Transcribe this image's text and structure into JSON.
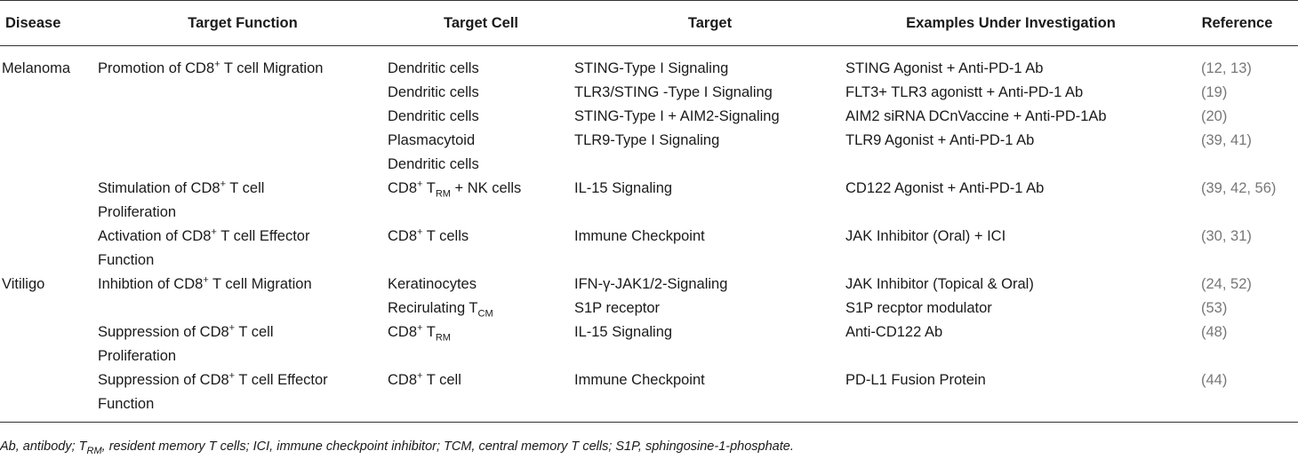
{
  "headers": {
    "disease": "Disease",
    "function": "Target Function",
    "cell": "Target Cell",
    "target": "Target",
    "examples": "Examples Under Investigation",
    "reference": "Reference"
  },
  "rows": [
    {
      "disease": "Melanoma",
      "fn1": "Promotion of CD8",
      "fn_sup": "+",
      "fn2": " T cell Migration",
      "fn_line2": "",
      "cell1": "Dendritic cells",
      "cell_sup": "",
      "cell_sub": "",
      "cell_line2": "",
      "target": "STING-Type I Signaling",
      "example": "STING Agonist + Anti-PD-1 Ab",
      "ref": "(12, 13)"
    },
    {
      "disease": "",
      "fn1": "",
      "fn_sup": "",
      "fn2": "",
      "fn_line2": "",
      "cell1": "Dendritic cells",
      "cell_sup": "",
      "cell_sub": "",
      "cell_line2": "",
      "target": "TLR3/STING -Type I Signaling",
      "example": "FLT3+ TLR3 agonistt + Anti-PD-1 Ab",
      "ref": "(19)"
    },
    {
      "disease": "",
      "fn1": "",
      "fn_sup": "",
      "fn2": "",
      "fn_line2": "",
      "cell1": "Dendritic cells",
      "cell_sup": "",
      "cell_sub": "",
      "cell_line2": "",
      "target": "STING-Type I + AIM2-Signaling",
      "example": "AIM2 siRNA DCnVaccine + Anti-PD-1Ab",
      "ref": "(20)"
    },
    {
      "disease": "",
      "fn1": "",
      "fn_sup": "",
      "fn2": "",
      "fn_line2": "",
      "cell1": "Plasmacytoid",
      "cell_sup": "",
      "cell_sub": "",
      "cell_line2": "Dendritic cells",
      "target": "TLR9-Type I Signaling",
      "example": "TLR9 Agonist + Anti-PD-1 Ab",
      "ref": "(39, 41)"
    },
    {
      "disease": "",
      "fn1": "Stimulation of CD8",
      "fn_sup": "+",
      "fn2": " T cell",
      "fn_line2": "Proliferation",
      "cell1": "CD8",
      "cell_sup": "+",
      "cell_mid": " T",
      "cell_sub": "RM",
      "cell_tail": " + NK cells",
      "cell_line2": "",
      "target": "IL-15 Signaling",
      "example": "CD122 Agonist + Anti-PD-1 Ab",
      "ref": "(39, 42, 56)"
    },
    {
      "disease": "",
      "fn1": "Activation of CD8",
      "fn_sup": "+",
      "fn2": " T cell Effector",
      "fn_line2": "Function",
      "cell1": "CD8",
      "cell_sup": "+",
      "cell_mid": " T cells",
      "cell_sub": "",
      "cell_tail": "",
      "cell_line2": "",
      "target": "Immune Checkpoint",
      "example": "JAK Inhibitor (Oral) + ICI",
      "ref": "(30, 31)"
    },
    {
      "disease": "Vitiligo",
      "fn1": "Inhibtion of CD8",
      "fn_sup": "+",
      "fn2": " T cell Migration",
      "fn_line2": "",
      "cell1": "Keratinocytes",
      "cell_sup": "",
      "cell_sub": "",
      "cell_line2": "",
      "target": "IFN-γ-JAK1/2-Signaling",
      "example": "JAK Inhibitor (Topical & Oral)",
      "ref": "(24, 52)"
    },
    {
      "disease": "",
      "fn1": "",
      "fn_sup": "",
      "fn2": "",
      "fn_line2": "",
      "cell1": "Recirulating T",
      "cell_sup": "",
      "cell_mid": "",
      "cell_sub": "CM",
      "cell_tail": "",
      "cell_line2": "",
      "target": "S1P receptor",
      "example": "S1P recptor modulator",
      "ref": "(53)"
    },
    {
      "disease": "",
      "fn1": "Suppression of CD8",
      "fn_sup": "+",
      "fn2": " T cell",
      "fn_line2": "Proliferation",
      "cell1": "CD8",
      "cell_sup": "+",
      "cell_mid": " T",
      "cell_sub": "RM",
      "cell_tail": "",
      "cell_line2": "",
      "target": "IL-15 Signaling",
      "example": "Anti-CD122 Ab",
      "ref": "(48)"
    },
    {
      "disease": "",
      "fn1": "Suppression of CD8",
      "fn_sup": "+",
      "fn2": " T cell Effector",
      "fn_line2": "Function",
      "cell1": "CD8",
      "cell_sup": "+",
      "cell_mid": " T cell",
      "cell_sub": "",
      "cell_tail": "",
      "cell_line2": "",
      "target": "Immune Checkpoint",
      "example": "PD-L1 Fusion Protein",
      "ref": "(44)"
    }
  ],
  "footnote": {
    "a": "Ab, antibody; T",
    "sub": "RM",
    "b": ", resident memory T cells; ICI, immune checkpoint inhibitor; TCM, central memory T cells; S1P, sphingosine-1-phosphate."
  }
}
